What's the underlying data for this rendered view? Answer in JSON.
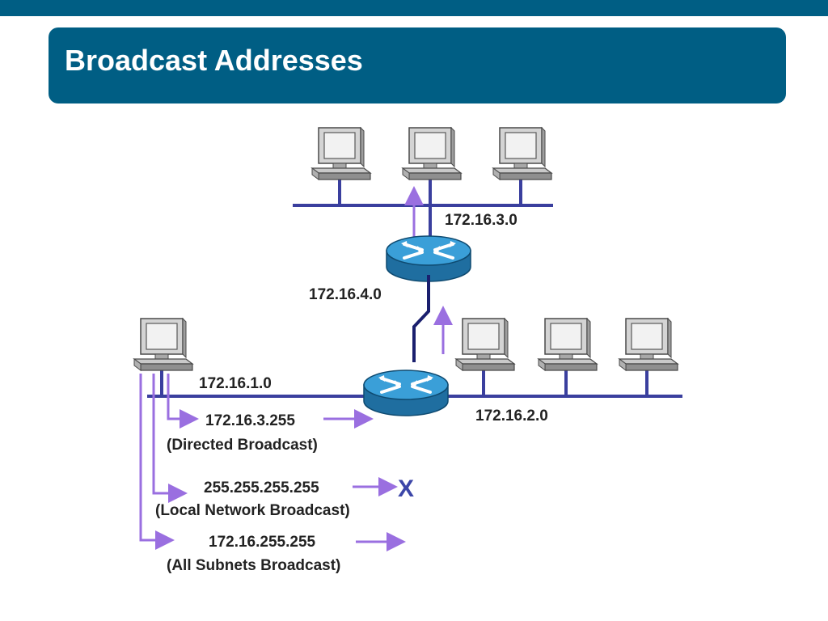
{
  "slide": {
    "title": "Broadcast Addresses"
  },
  "colors": {
    "header_blue": "#005e84",
    "segment_line": "#3a3f9e",
    "broadcast_arrow": "#9a6fe0",
    "blocked_x": "#3c46a8"
  },
  "networks": {
    "net_3": "172.16.3.0",
    "net_4": "172.16.4.0",
    "net_1": "172.16.1.0",
    "net_2": "172.16.2.0"
  },
  "broadcasts": [
    {
      "address": "172.16.3.255",
      "type": "(Directed Broadcast)"
    },
    {
      "address": "255.255.255.255",
      "type": "(Local Network Broadcast)",
      "blocked_mark": "X"
    },
    {
      "address": "172.16.255.255",
      "type": "(All Subnets Broadcast)"
    }
  ],
  "icons": {
    "host": "desktop-computer-icon",
    "router": "router-icon"
  }
}
